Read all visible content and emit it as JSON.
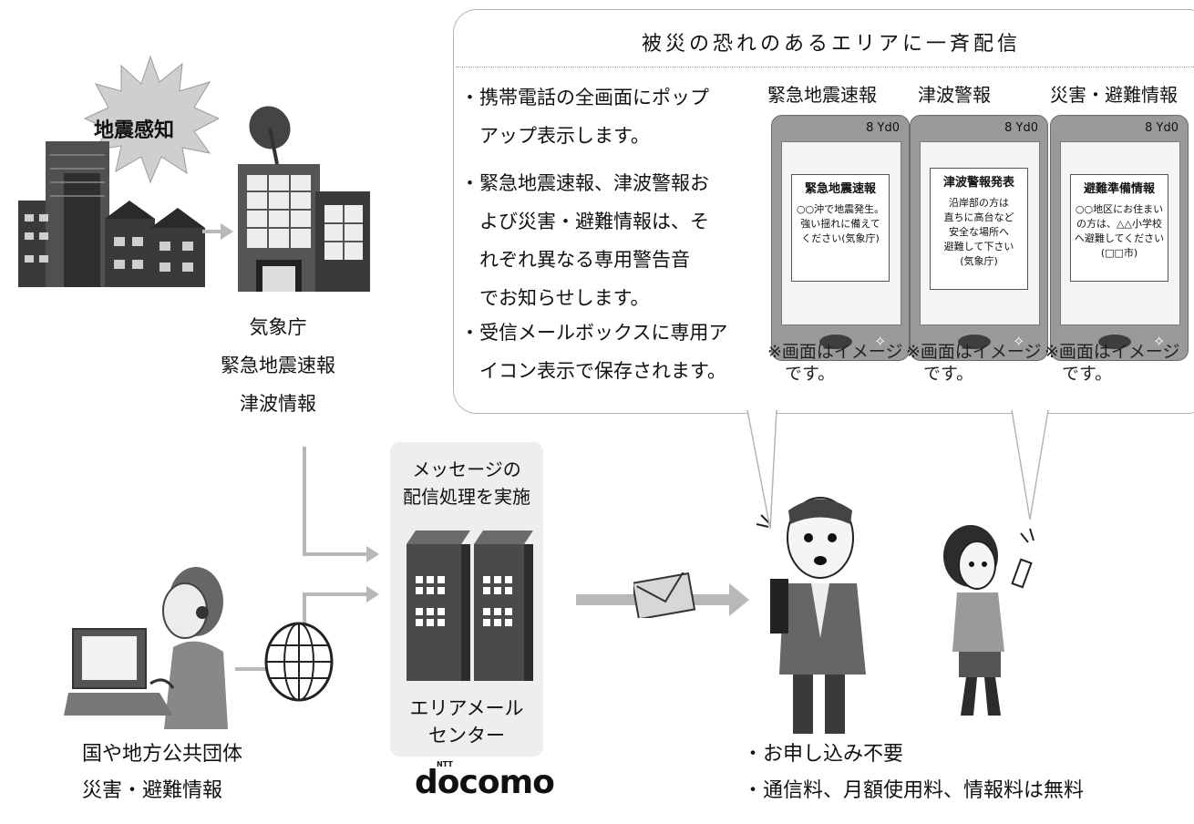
{
  "quake": {
    "badge": "地震感知"
  },
  "jma": {
    "lines": [
      "気象庁",
      "緊急地震速報",
      "津波情報"
    ]
  },
  "government": {
    "lines": [
      "国や地方公共団体",
      "災害・避難情報"
    ]
  },
  "center": {
    "top_lines": [
      "メッセージの",
      "配信処理を実施"
    ],
    "bottom_lines": [
      "エリアメール",
      "センター"
    ],
    "brand": "docomo",
    "brand_small": "NTT"
  },
  "bubble": {
    "title": "被災の恐れのあるエリアに一斉配信",
    "bullets": [
      [
        "・携帯電話の全画面にポップ",
        "　アップ表示します。"
      ],
      [
        "・緊急地震速報、津波警報お",
        "　よび災害・避難情報は、そ",
        "　れぞれ異なる専用警告音",
        "　でお知らせします。"
      ],
      [
        "・受信メールボックスに専用ア",
        "　イコン表示で保存されます。"
      ]
    ],
    "phones": [
      {
        "label": "緊急地震速報",
        "status": "8 Yd0",
        "screen_title": "緊急地震速報",
        "screen_body": [
          "○○沖で地震発生。",
          "強い揺れに備えて",
          "ください(気象庁)"
        ],
        "note": [
          "※画面はイメージ",
          "　です。"
        ]
      },
      {
        "label": "津波警報",
        "status": "8 Yd0",
        "screen_title": "津波警報発表",
        "screen_body": [
          "沿岸部の方は",
          "直ちに高台など",
          "安全な場所へ",
          "避難して下さい",
          "(気象庁)"
        ],
        "note": [
          "※画面はイメージ",
          "　です。"
        ]
      },
      {
        "label": "災害・避難情報",
        "status": "8 Yd0",
        "screen_title": "避難準備情報",
        "screen_body": [
          "○○地区にお住まい",
          "の方は、△△小学校",
          "へ避難してください",
          "(□□市)"
        ],
        "note": [
          "※画面はイメージ",
          "　です。"
        ]
      }
    ]
  },
  "recipients": {
    "bullets": [
      "・お申し込み不要",
      "・通信料、月額使用料、情報料は無料"
    ]
  }
}
